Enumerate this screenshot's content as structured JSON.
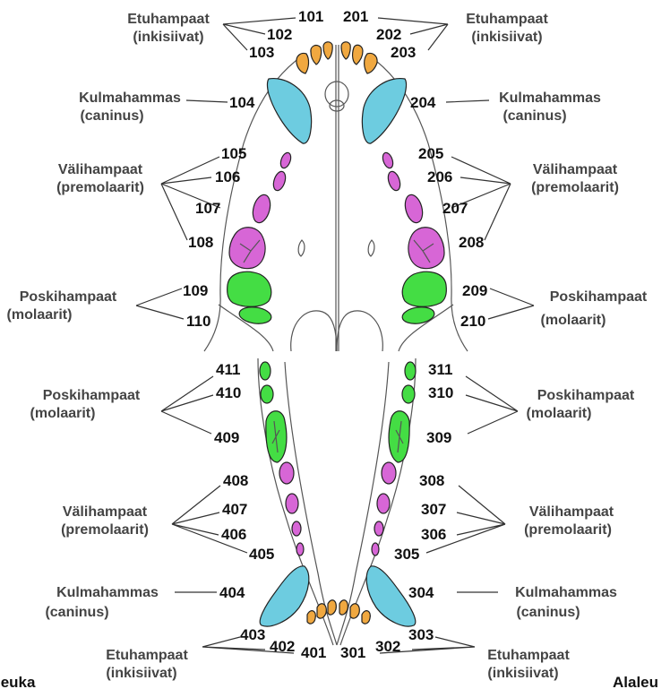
{
  "colors": {
    "incisor": "#F0A840",
    "canine": "#6DCCE0",
    "premolar": "#D766D6",
    "molar": "#44DD44",
    "outline": "#222222",
    "text": "#444444"
  },
  "labels": {
    "incisor_line1": "Etuhampaat",
    "incisor_line2": "(inkisiivat)",
    "canine_line1": "Kulmahammas",
    "canine_line2": "(caninus)",
    "premolar_line1": "Välihampaat",
    "premolar_line2": "(premolaarit)",
    "molar_line1": "Poskihampaat",
    "molar_line2": "(molaarit)",
    "corner_left": "leuka",
    "corner_right": "Alaleu"
  },
  "numbers": {
    "n101": "101",
    "n102": "102",
    "n103": "103",
    "n104": "104",
    "n105": "105",
    "n106": "106",
    "n107": "107",
    "n108": "108",
    "n109": "109",
    "n110": "110",
    "n201": "201",
    "n202": "202",
    "n203": "203",
    "n204": "204",
    "n205": "205",
    "n206": "206",
    "n207": "207",
    "n208": "208",
    "n209": "209",
    "n210": "210",
    "n301": "301",
    "n302": "302",
    "n303": "303",
    "n304": "304",
    "n305": "305",
    "n306": "306",
    "n307": "307",
    "n308": "308",
    "n309": "309",
    "n310": "310",
    "n311": "311",
    "n401": "401",
    "n402": "402",
    "n403": "403",
    "n404": "404",
    "n405": "405",
    "n406": "406",
    "n407": "407",
    "n408": "408",
    "n409": "409",
    "n410": "410",
    "n411": "411"
  }
}
